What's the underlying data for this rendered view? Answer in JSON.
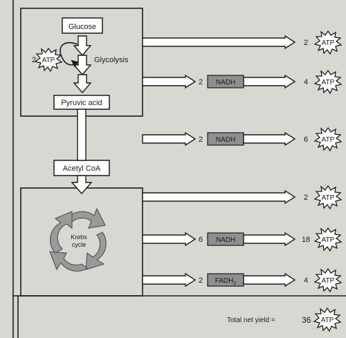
{
  "boxes": {
    "glucose": "Glucose",
    "pyruvic_acid": "Pyruvic acid",
    "acetyl_coa": "Acetyl CoA"
  },
  "glycolysis": {
    "label": "Glycolysis",
    "atp_in_count": "2",
    "atp_in_label": "ATP"
  },
  "krebs": {
    "line1": "Krebs",
    "line2": "cycle"
  },
  "outputs": [
    {
      "count": "2",
      "label": "ATP"
    },
    {
      "carrier_count": "2",
      "carrier": "NADH",
      "count": "4",
      "label": "ATP"
    },
    {
      "carrier_count": "2",
      "carrier": "NADH",
      "count": "6",
      "label": "ATP"
    },
    {
      "count": "2",
      "label": "ATP"
    },
    {
      "carrier_count": "6",
      "carrier": "NADH",
      "count": "18",
      "label": "ATP"
    },
    {
      "carrier_count": "2",
      "carrier": "FADH",
      "carrier_sub": "2",
      "count": "4",
      "label": "ATP"
    }
  ],
  "total": {
    "label": "Total net yield =",
    "count": "36",
    "atp": "ATP"
  },
  "colors": {
    "paper": "#d9d7d2",
    "ink": "#1a1a1a",
    "carrier_fill": "#8f8f8f",
    "cycle_fill": "#9a9a9a"
  }
}
